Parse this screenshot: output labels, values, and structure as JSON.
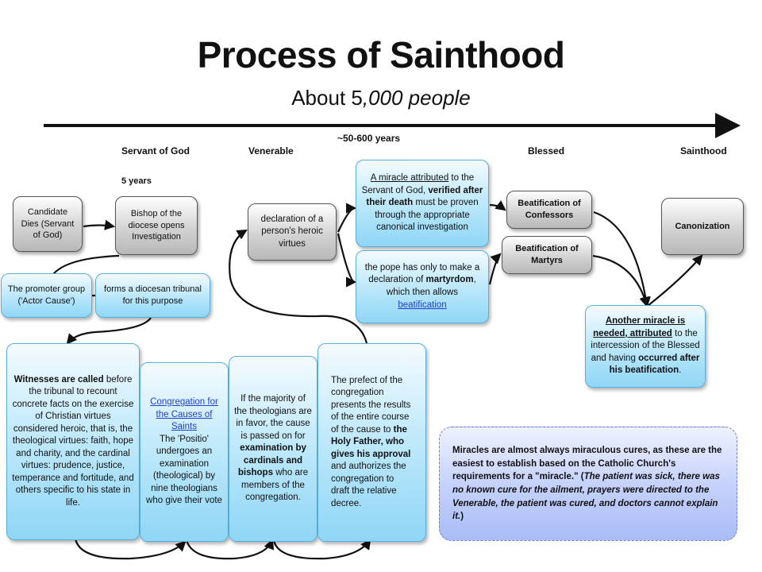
{
  "header": {
    "title": "Process of Sainthood",
    "subtitle_lead": "About 5",
    "subtitle_italic": ",000 people"
  },
  "timeline": {
    "duration": "~50-600 years",
    "stage_servant": "Servant of God",
    "stage_venerable": "Venerable",
    "stage_blessed": "Blessed",
    "stage_sainthood": "Sainthood",
    "five_years": "5 years"
  },
  "boxes": {
    "candidate_dies": "Candidate Dies (Servant of God)",
    "bishop": "Bishop of the diocese opens Investigation",
    "promoter": "The promoter group ('Actor Cause')",
    "tribunal": "forms a diocesan tribunal for this purpose",
    "witnesses_bold": "Witnesses are called",
    "witnesses_rest": "before the tribunal to recount concrete facts on the exercise of Christian virtues considered heroic, that is, the theological virtues: faith, hope and charity, and the cardinal virtues: prudence, justice, temperance and fortitude, and others specific to his state in life.",
    "congregation_link": "Congregation for the Causes of Saints",
    "congregation_rest": "The 'Positio' undergoes an examination (theological) by nine theologians who give their vote",
    "majority_a": "If the majority of the theologians are in favor, the cause is passed on for",
    "majority_b": "examination by cardinals and bishops",
    "majority_c": "who are members of the congregation.",
    "prefect_a": "The prefect of the congregation presents the results of the entire course of the cause to",
    "prefect_b": "the Holy Father, who gives his approval",
    "prefect_c": "and authorizes the congregation to draft the relative decree.",
    "heroic_virtues": "declaration of a person's heroic virtues",
    "miracle_u": "A miracle attributed",
    "miracle_a": "to the Servant of God,",
    "miracle_b": "verified after their death",
    "miracle_c": "must be proven through the appropriate canonical investigation",
    "pope_a": "the pope has only to make a declaration of",
    "pope_b": "martyrdom",
    "pope_c": ", which then allows",
    "pope_link": "beatification",
    "beat_confessors": "Beatification of Confessors",
    "beat_martyrs": "Beatification of Martyrs",
    "canonization": "Canonization",
    "another_u": "Another miracle is needed, attributed",
    "another_a": "to the intercession of the Blessed and having",
    "another_b": "occurred after his beatification",
    "another_c": ".",
    "note_a": "Miracles are almost always miraculous cures, as these are the easiest to establish based on the Catholic Church's requirements for a \"miracle.\" (",
    "note_b": "The patient was sick, there was no known cure for the ailment, prayers were directed to the Venerable, the patient was cured, and doctors cannot explain it.",
    "note_c": ")"
  }
}
